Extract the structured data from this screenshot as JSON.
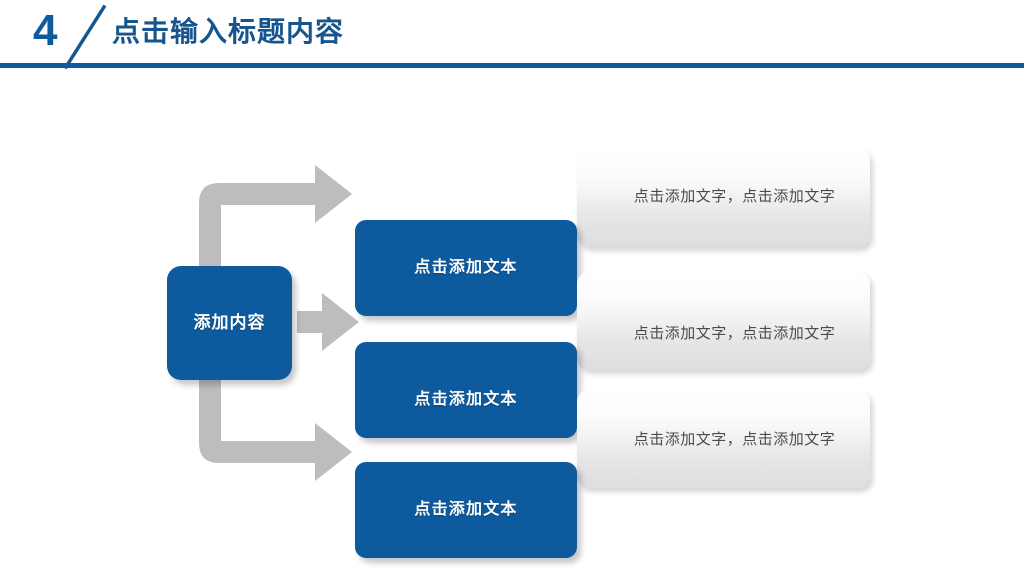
{
  "header": {
    "number": "4",
    "title": "点击输入标题内容",
    "accent_color": "#0d5b9e",
    "title_color": "#17558f",
    "slash_icon": "diagonal-slash-icon",
    "rule_color": "#0d5b9e"
  },
  "diagram": {
    "type": "branching-process",
    "hub": {
      "label": "添加内容",
      "fill_color": "#0d5b9e",
      "text_color": "#ffffff"
    },
    "connector": {
      "icon": "arrow-right-icon",
      "color": "#bdbdbd",
      "count": 3,
      "shapes": [
        "elbow-up-arrow",
        "straight-arrow",
        "elbow-down-arrow"
      ]
    },
    "rows": [
      {
        "card_label": "点击添加文本",
        "panel_text": "点击添加文字，点击添加文字",
        "card_color": "#0d5b9e",
        "panel_text_color": "#4b4b4b"
      },
      {
        "card_label": "点击添加文本",
        "panel_text": "点击添加文字，点击添加文字",
        "card_color": "#0d5b9e",
        "panel_text_color": "#4b4b4b"
      },
      {
        "card_label": "点击添加文本",
        "panel_text": "点击添加文字，点击添加文字",
        "card_color": "#0d5b9e",
        "panel_text_color": "#4b4b4b"
      }
    ]
  }
}
